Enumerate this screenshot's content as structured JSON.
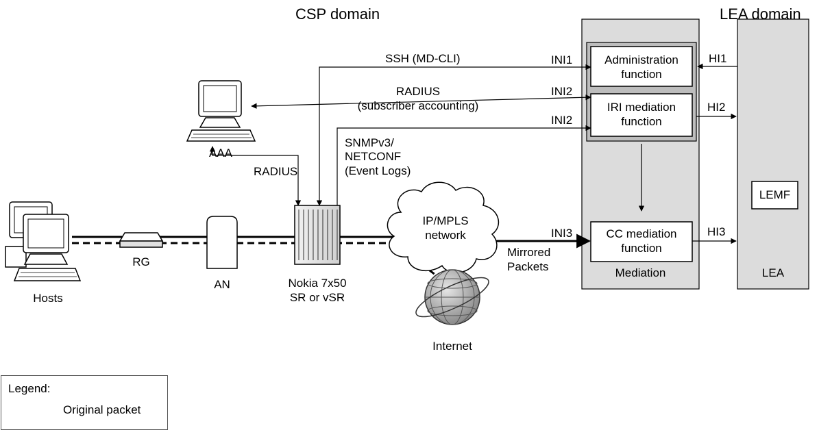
{
  "headers": {
    "csp": "CSP domain",
    "lea": "LEA domain"
  },
  "nodes": {
    "hosts": "Hosts",
    "rg": "RG",
    "an": "AN",
    "nokia_line1": "Nokia 7x50",
    "nokia_line2": "SR or vSR",
    "aaa": "AAA",
    "ipmpls_line1": "IP/MPLS",
    "ipmpls_line2": "network",
    "internet": "Internet",
    "mediation": "Mediation",
    "lea": "LEA",
    "lemf": "LEMF",
    "admin_fn_line1": "Administration",
    "admin_fn_line2": "function",
    "iri_fn_line1": "IRI mediation",
    "iri_fn_line2": "function",
    "cc_fn_line1": "CC mediation",
    "cc_fn_line2": "function"
  },
  "links": {
    "ssh": "SSH (MD-CLI)",
    "radius_acct_line1": "RADIUS",
    "radius_acct_line2": "(subscriber accounting)",
    "radius": "RADIUS",
    "snmp_line1": "SNMPv3/",
    "snmp_line2": "NETCONF",
    "snmp_line3": "(Event Logs)",
    "mirrored_line1": "Mirrored",
    "mirrored_line2": "Packets"
  },
  "interfaces": {
    "ini1": "INI1",
    "ini2a": "INI2",
    "ini2b": "INI2",
    "ini3": "INI3",
    "hi1": "HI1",
    "hi2": "HI2",
    "hi3": "HI3"
  },
  "legend": {
    "title": "Legend:",
    "original_packet": "Original packet"
  }
}
